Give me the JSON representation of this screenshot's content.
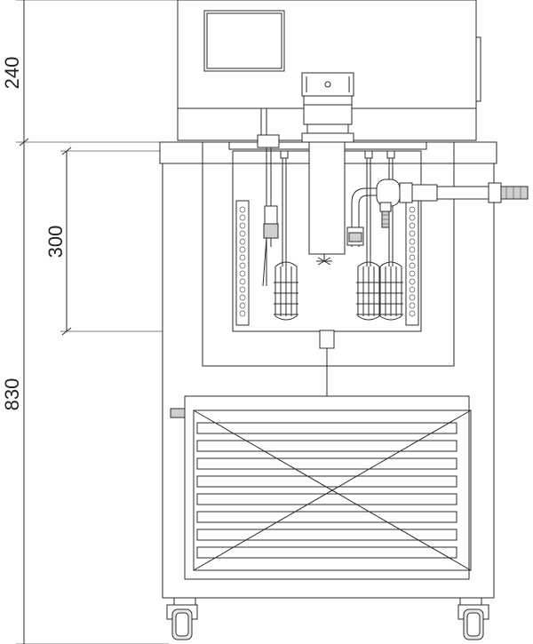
{
  "dimensions": {
    "control_box_height": "240",
    "bath_depth": "300",
    "body_height": "830"
  }
}
